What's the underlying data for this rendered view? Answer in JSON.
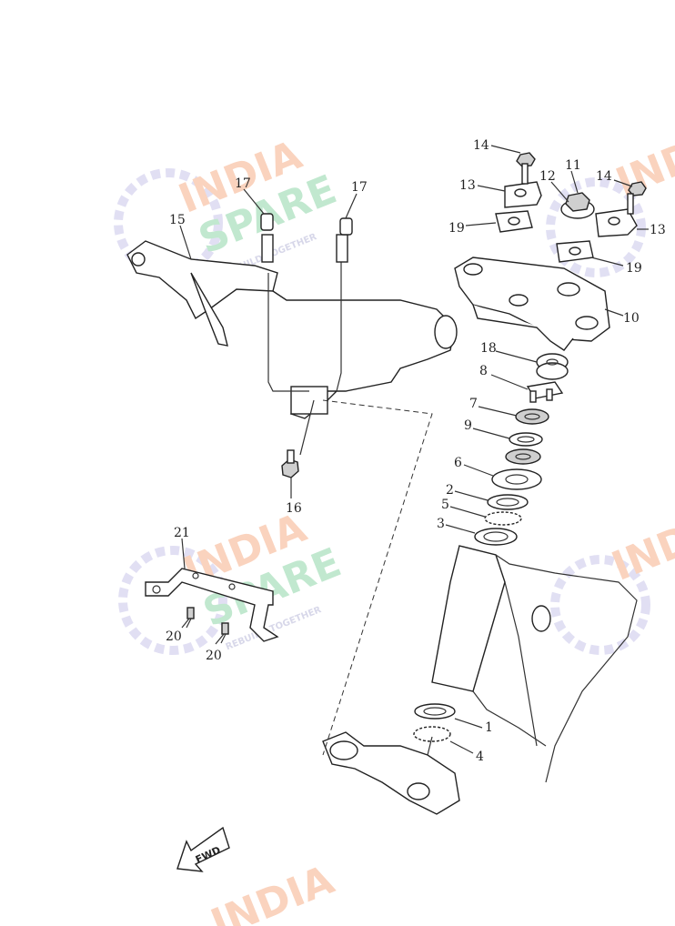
{
  "diagram": {
    "callouts": [
      {
        "id": "c14a",
        "label": "14"
      },
      {
        "id": "c11",
        "label": "11"
      },
      {
        "id": "c12",
        "label": "12"
      },
      {
        "id": "c14b",
        "label": "14"
      },
      {
        "id": "c13a",
        "label": "13"
      },
      {
        "id": "c13b",
        "label": "13"
      },
      {
        "id": "c19a",
        "label": "19"
      },
      {
        "id": "c19b",
        "label": "19"
      },
      {
        "id": "c10",
        "label": "10"
      },
      {
        "id": "c17a",
        "label": "17"
      },
      {
        "id": "c17b",
        "label": "17"
      },
      {
        "id": "c15",
        "label": "15"
      },
      {
        "id": "c18",
        "label": "18"
      },
      {
        "id": "c8",
        "label": "8"
      },
      {
        "id": "c7",
        "label": "7"
      },
      {
        "id": "c9",
        "label": "9"
      },
      {
        "id": "c6",
        "label": "6"
      },
      {
        "id": "c2",
        "label": "2"
      },
      {
        "id": "c5",
        "label": "5"
      },
      {
        "id": "c3",
        "label": "3"
      },
      {
        "id": "c16",
        "label": "16"
      },
      {
        "id": "c21",
        "label": "21"
      },
      {
        "id": "c20a",
        "label": "20"
      },
      {
        "id": "c20b",
        "label": "20"
      },
      {
        "id": "c1",
        "label": "1"
      },
      {
        "id": "c4",
        "label": "4"
      }
    ],
    "fwd_label": "FWD"
  },
  "watermark": {
    "line1": "INDIA",
    "line2": "SPARE",
    "tagline": "REBUILD TOGETHER",
    "colors": {
      "india": "#f6b08a",
      "spare": "#8fd6a8",
      "tagline": "#b8b8d8",
      "logo": "#c9c6ea"
    }
  }
}
